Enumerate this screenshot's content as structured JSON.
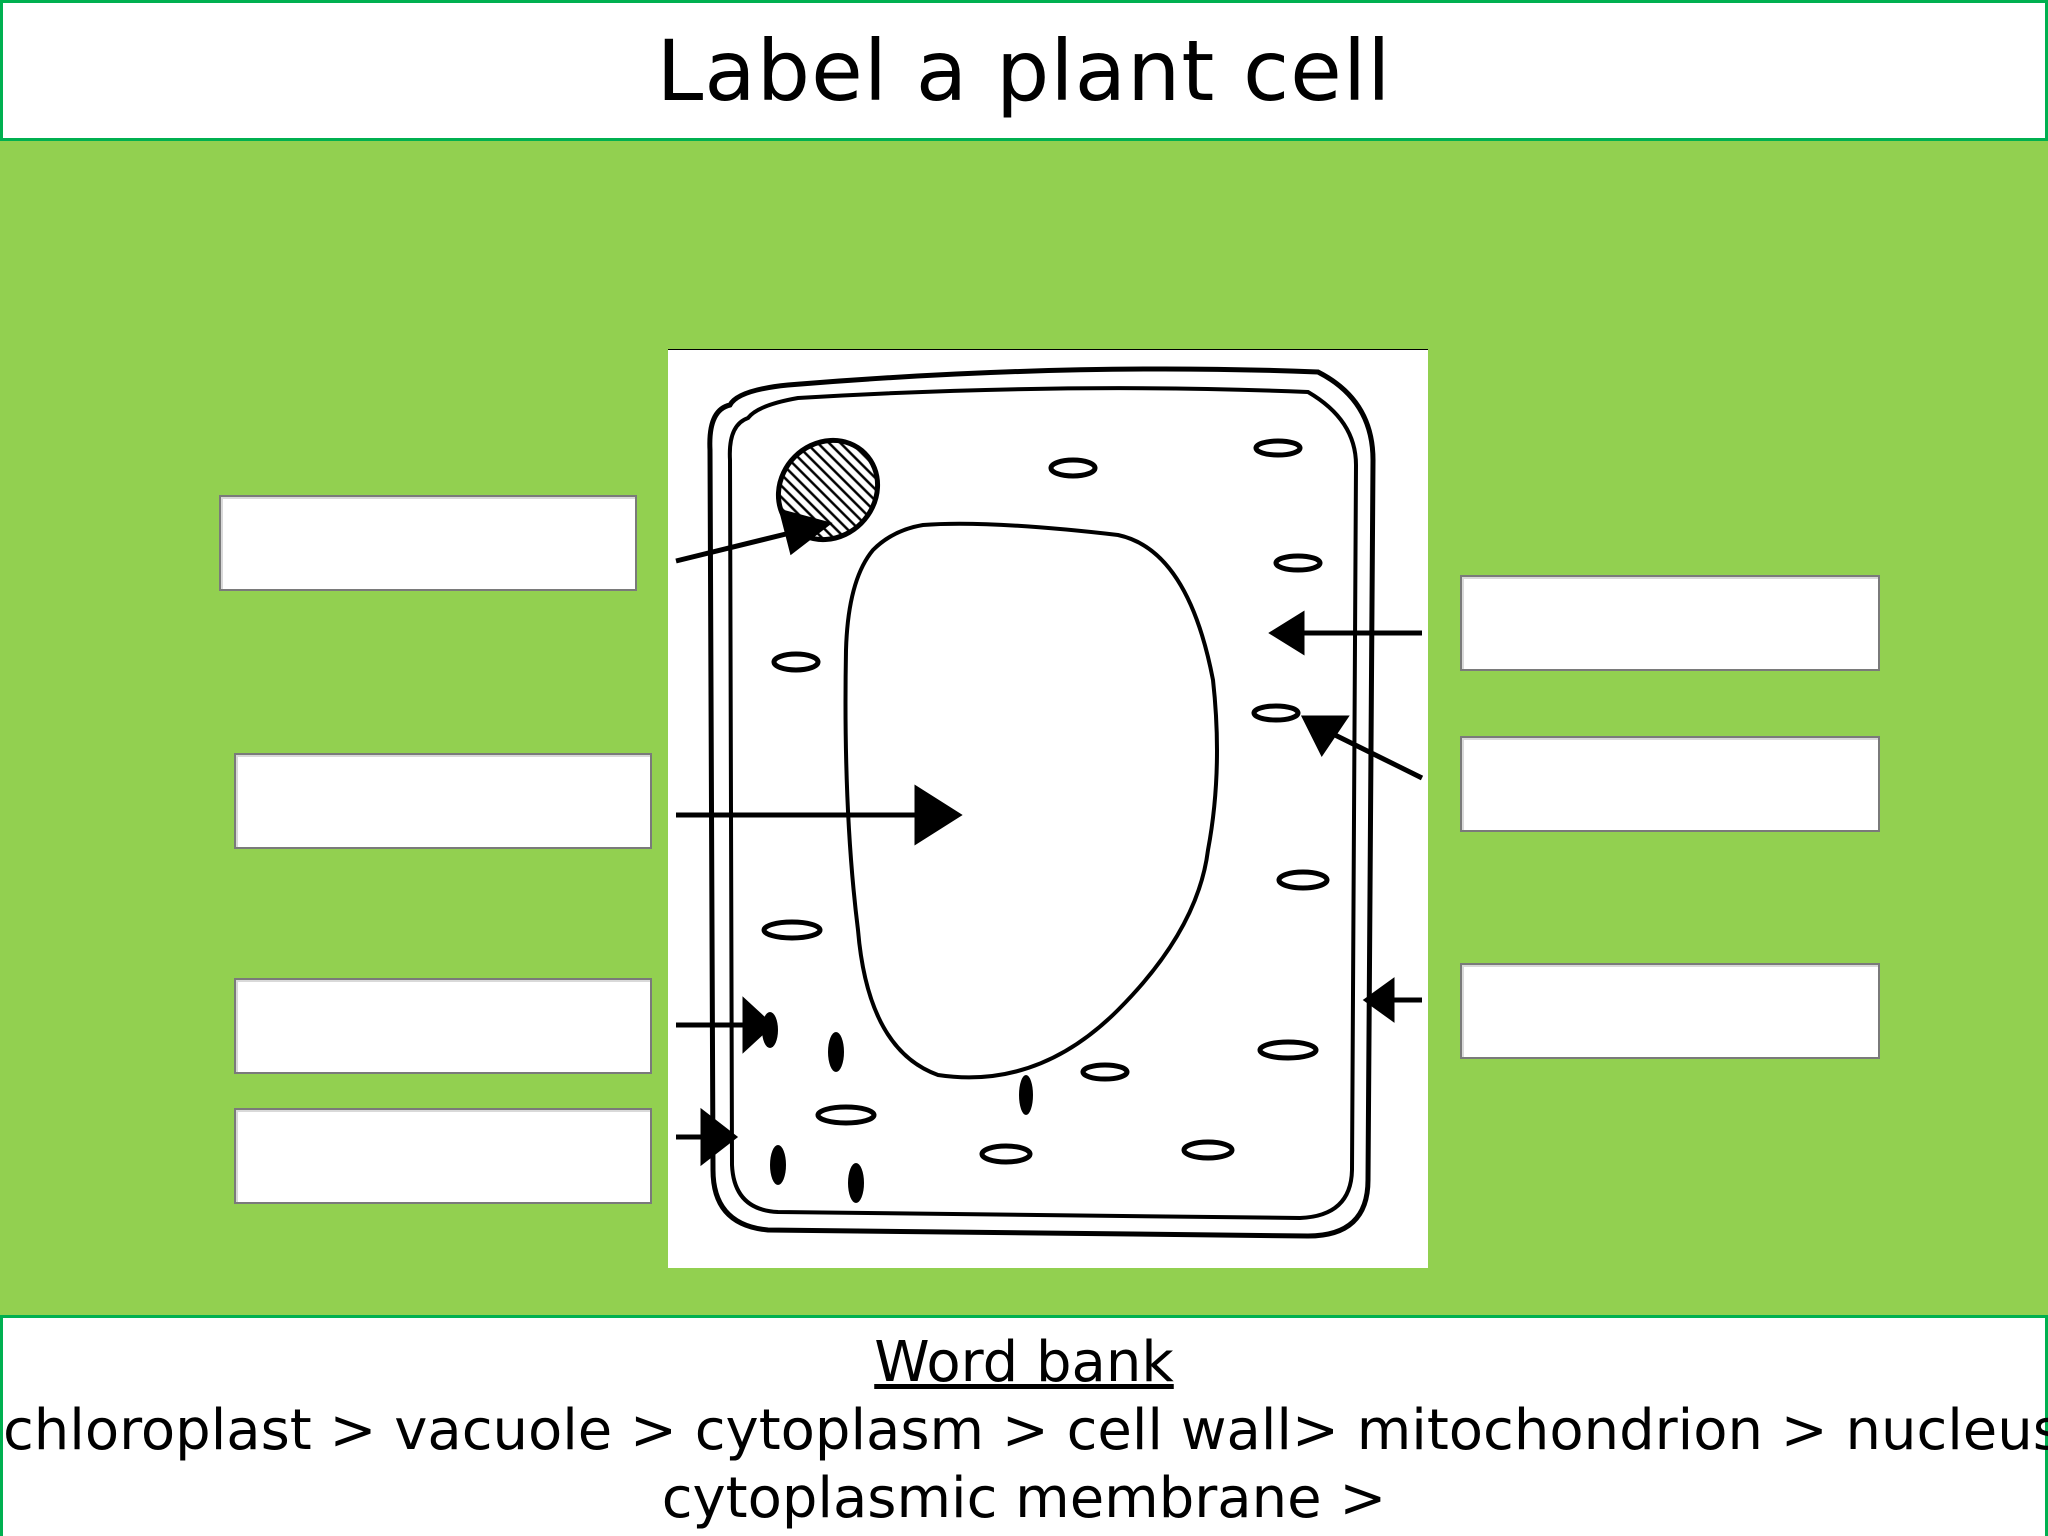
{
  "title": "Label a plant cell",
  "colors": {
    "background": "#92D050",
    "border": "#00B050"
  },
  "diagram": {
    "subject": "plant-cell",
    "blank_label_boxes": 7
  },
  "word_bank": {
    "heading": "Word bank",
    "line1": "chloroplast > vacuole > cytoplasm > cell wall> mitochondrion > nucleus >",
    "line2": "cytoplasmic membrane >"
  }
}
